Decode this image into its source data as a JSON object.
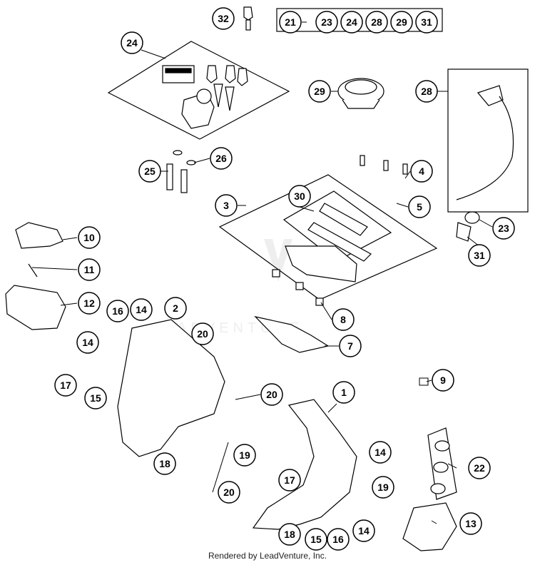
{
  "diagram": {
    "kit_box": {
      "number": "21",
      "members": [
        "23",
        "24",
        "28",
        "29",
        "31"
      ]
    },
    "callouts": [
      "32",
      "24",
      "29",
      "28",
      "25",
      "26",
      "4",
      "5",
      "3",
      "30",
      "23",
      "31",
      "10",
      "11",
      "12",
      "16",
      "14",
      "2",
      "8",
      "20",
      "7",
      "9",
      "17",
      "15",
      "18",
      "1",
      "19",
      "22",
      "13"
    ],
    "footer": "Rendered by LeadVenture, Inc."
  }
}
